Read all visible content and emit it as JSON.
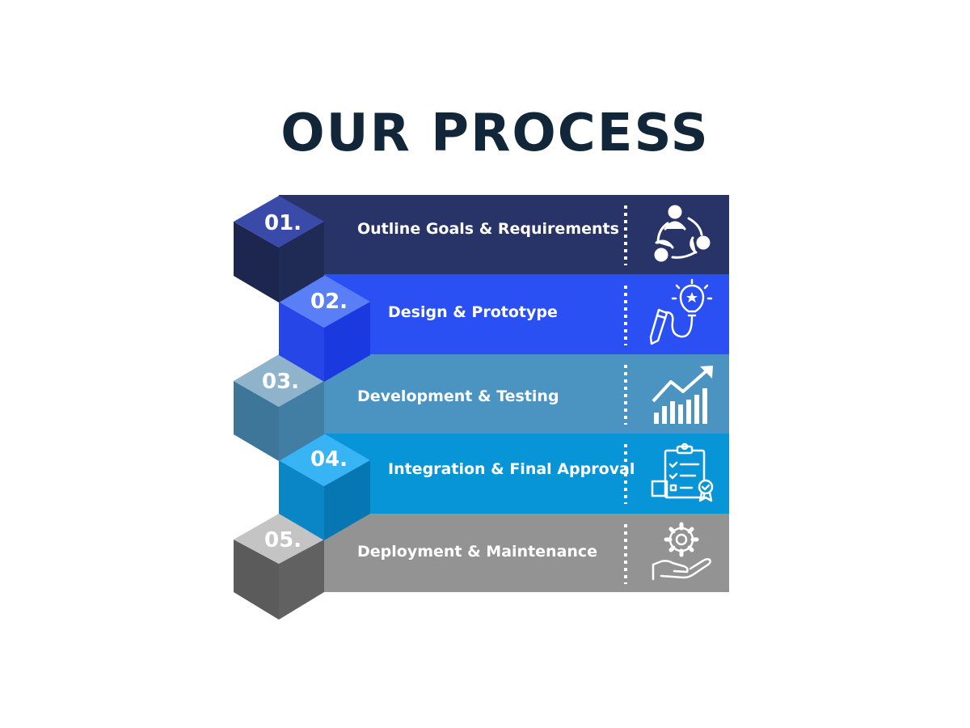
{
  "title": "OUR PROCESS",
  "steps": [
    {
      "number": "01.",
      "label": "Outline Goals & Requirements",
      "icon": "team-collaboration-icon",
      "bar_color": "#283467",
      "cube_top": "#3a4aa8",
      "cube_left": "#1d264e",
      "cube_right": "#1f2a55"
    },
    {
      "number": "02.",
      "label": "Design & Prototype",
      "icon": "pencil-lightbulb-icon",
      "bar_color": "#2a4ff2",
      "cube_top": "#5a7ef5",
      "cube_left": "#2646e8",
      "cube_right": "#1a3ae0"
    },
    {
      "number": "03.",
      "label": "Development & Testing",
      "icon": "growth-chart-icon",
      "bar_color": "#4b94c1",
      "cube_top": "#8fb3cb",
      "cube_left": "#3d7699",
      "cube_right": "#427ea3"
    },
    {
      "number": "04.",
      "label": "Integration & Final Approval",
      "icon": "clipboard-approval-icon",
      "bar_color": "#0895d7",
      "cube_top": "#38b4f5",
      "cube_left": "#0a86c6",
      "cube_right": "#0677b3"
    },
    {
      "number": "05.",
      "label": "Deployment & Maintenance",
      "icon": "gear-hand-icon",
      "bar_color": "#939393",
      "cube_top": "#c4c4c4",
      "cube_left": "#5b5b5b",
      "cube_right": "#616161"
    }
  ]
}
